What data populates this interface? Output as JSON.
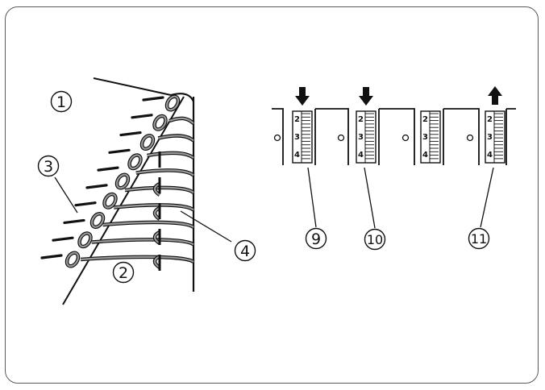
{
  "callouts": {
    "c1": "1",
    "c2": "2",
    "c3": "3",
    "c4": "4",
    "c9": "9",
    "c10": "10",
    "c11": "11"
  },
  "dial_scale": {
    "n2": "2",
    "n3": "3",
    "n4": "4"
  },
  "positions": [
    {
      "arrow": "down",
      "label_key": "c9"
    },
    {
      "arrow": "down",
      "label_key": "c10"
    },
    {
      "arrow": "none",
      "label_key": ""
    },
    {
      "arrow": "up",
      "label_key": "c11"
    }
  ],
  "colors": {
    "outline": "#111111",
    "thread": "#9a9a9a",
    "panel_border": "#5a5a5a"
  }
}
